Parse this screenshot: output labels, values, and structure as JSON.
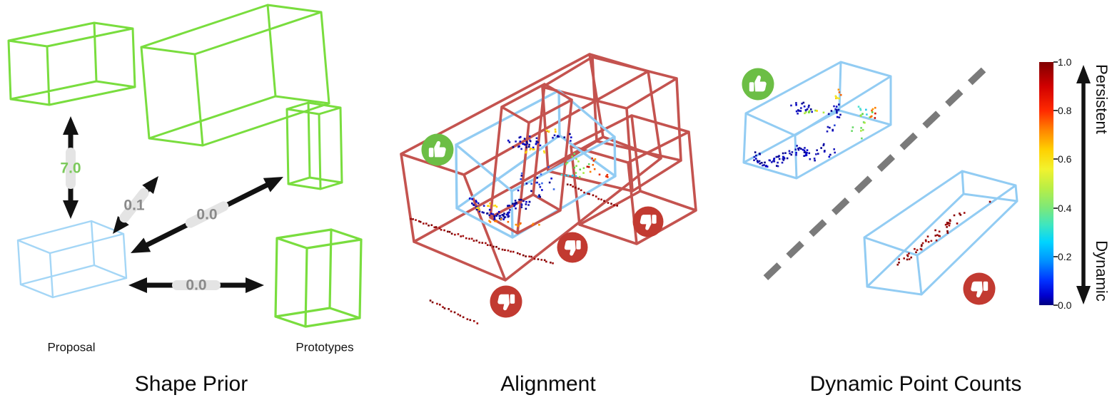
{
  "figure": {
    "panels": [
      {
        "id": "shape_prior",
        "title": "Shape Prior",
        "labels": {
          "proposal": "Proposal",
          "prototypes": "Prototypes"
        },
        "distance_values": [
          {
            "value": "7.0",
            "highlight": true
          },
          {
            "value": "0.1",
            "highlight": false
          },
          {
            "value": "0.0",
            "highlight": false
          },
          {
            "value": "0.0",
            "highlight": false
          }
        ]
      },
      {
        "id": "alignment",
        "title": "Alignment"
      },
      {
        "id": "dynamic_point_counts",
        "title": "Dynamic Point Counts",
        "colorbar": {
          "tick_labels": [
            "1.0",
            "0.8",
            "0.6",
            "0.4",
            "0.2",
            "0.0"
          ],
          "axis_label_top": "Persistent",
          "axis_label_bottom": "Dynamic",
          "range_min": "0.0",
          "range_max": "1.0"
        }
      }
    ],
    "icons": {
      "approve": "thumbs-up-icon",
      "reject": "thumbs-down-icon"
    },
    "colors": {
      "prototype_green": "#79dd3e",
      "proposal_blue_p1": "#a4d6f6",
      "box_blue": "#92ccf3",
      "box_red": "#c4534f",
      "thumb_green": "#6cbe45",
      "thumb_red": "#c23a31",
      "label_gray": "#8a8a8a",
      "label_green": "#7cc95c",
      "chip_gray": "#e4e4e4",
      "dash_gray": "#7a7a7a",
      "arrow_black": "#121212",
      "point_navy": "#00008b",
      "point_dark_red": "#8b0000"
    }
  }
}
